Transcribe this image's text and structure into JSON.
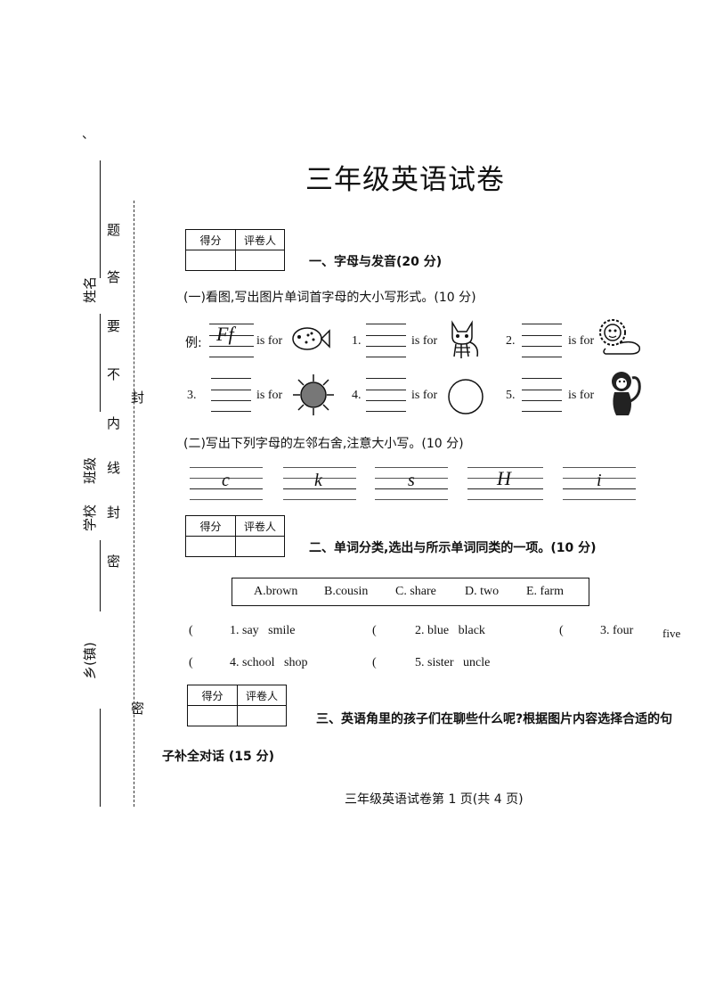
{
  "margin": {
    "name_label": "姓名",
    "class_label": "班级",
    "school_label": "学校",
    "town_label": "乡(镇)",
    "seal_chars": [
      "题",
      "答",
      "要",
      "不",
      "内",
      "封",
      "线",
      "封",
      "密",
      "密"
    ]
  },
  "header": {
    "mark": "、",
    "title": "三年级英语试卷"
  },
  "score_box": {
    "score_label": "得分",
    "grader_label": "评卷人"
  },
  "section1": {
    "title": "一、字母与发音(20 分)",
    "part1_title": "(一)看图,写出图片单词首字母的大小写形式。(10 分)",
    "example_label": "例:",
    "example_letters": "Ff",
    "is_for": "is for",
    "items": [
      "1.",
      "2.",
      "3.",
      "4.",
      "5."
    ],
    "part2_title": "(二)写出下列字母的左邻右舍,注意大小写。(10 分)",
    "letters": [
      "c",
      "k",
      "s",
      "H",
      "i"
    ]
  },
  "section2": {
    "title": "二、单词分类,选出与所示单词同类的一项。(10 分)",
    "options": [
      "A.brown",
      "B.cousin",
      "C. share",
      "D. two",
      "E. farm"
    ],
    "paren_open": "(",
    "q": [
      "1. say   smile",
      "2. blue   black",
      "3. four",
      "4. school   shop",
      "5. sister   uncle"
    ],
    "q3_extra": "five"
  },
  "section3": {
    "title": "三、英语角里的孩子们在聊些什么呢?根据图片内容选择合适的句",
    "title_cont": "子补全对话 (15 分)"
  },
  "footer": {
    "page_text": "三年级英语试卷第 1 页(共 4 页)"
  },
  "icons": [
    "fish-icon",
    "cat-icon",
    "lion-icon",
    "sun-icon",
    "circle-icon",
    "monkey-icon"
  ]
}
